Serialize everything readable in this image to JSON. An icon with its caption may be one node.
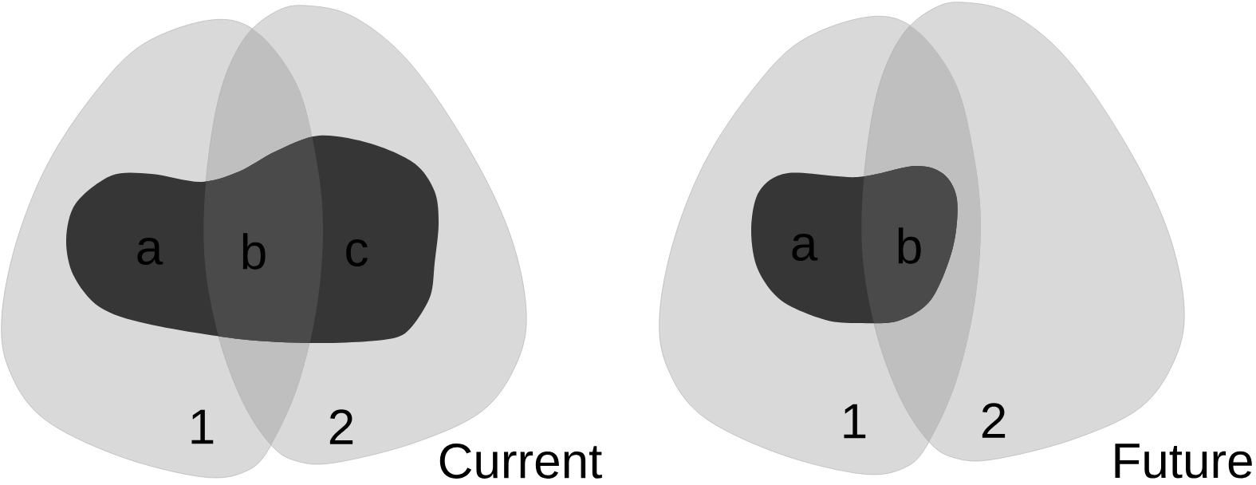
{
  "diagram": {
    "nodes": [
      {
        "text": [
          "1"
        ]
      },
      {
        "text": [
          "2"
        ]
      },
      {
        "text": [
          "a",
          "b",
          "c"
        ]
      },
      {
        "text": [
          "1"
        ]
      },
      {
        "text": [
          "2"
        ]
      },
      {
        "text": [
          "a",
          "b"
        ],
        "in": 3
      }
    ],
    "labels": [
      "Current",
      "Future"
    ]
  }
}
